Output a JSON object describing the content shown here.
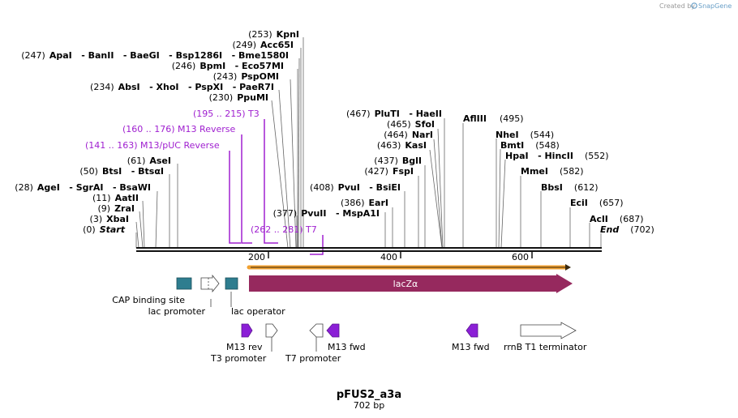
{
  "credit": {
    "prefix": "Created by",
    "brand": "SnapGene"
  },
  "plasmid": {
    "name": "pFUS2_a3a",
    "length_label": "702 bp",
    "length": 702
  },
  "ruler": {
    "ticks": [
      "200",
      "400",
      "600"
    ]
  },
  "sites_left": [
    {
      "pos": "(253)",
      "names": "KpnI",
      "bp": 253
    },
    {
      "pos": "(249)",
      "names": "Acc65I",
      "bp": 249
    },
    {
      "pos": "(247)",
      "names": "ApaI   - BanII   - BaeGI   - Bsp1286I   - Bme1580I",
      "bp": 247
    },
    {
      "pos": "(246)",
      "names": "BpmI   - Eco57MI",
      "bp": 246
    },
    {
      "pos": "(243)",
      "names": "PspOMI",
      "bp": 243
    },
    {
      "pos": "(234)",
      "names": "AbsI   - XhoI   - PspXI   - PaeR7I",
      "bp": 234
    },
    {
      "pos": "(230)",
      "names": "PpuMI",
      "bp": 230
    },
    {
      "pos": "(61)",
      "names": "AseI",
      "bp": 61
    },
    {
      "pos": "(50)",
      "names": "BtsI   - BtsαI",
      "bp": 50
    },
    {
      "pos": "(28)",
      "names": "AgeI   - SgrAI   - BsaWI",
      "bp": 28
    },
    {
      "pos": "(11)",
      "names": "AatII",
      "bp": 11
    },
    {
      "pos": "(9)",
      "names": "ZraI",
      "bp": 9
    },
    {
      "pos": "(3)",
      "names": "XbaI",
      "bp": 3
    },
    {
      "pos": "(0)",
      "names": "Start",
      "bp": 0
    },
    {
      "pos": "(377)",
      "names": "PvuII   - MspA1I",
      "bp": 377
    }
  ],
  "sites_right": [
    {
      "pos": "(467)",
      "names": "PluTI   - HaeII",
      "bp": 467
    },
    {
      "pos": "(465)",
      "names": "SfoI",
      "bp": 465
    },
    {
      "pos": "(464)",
      "names": "NarI",
      "bp": 464
    },
    {
      "pos": "(463)",
      "names": "KasI",
      "bp": 463
    },
    {
      "pos": "(437)",
      "names": "BglI",
      "bp": 437
    },
    {
      "pos": "(427)",
      "names": "FspI",
      "bp": 427
    },
    {
      "pos": "(408)",
      "names": "PvuI   - BsiEI",
      "bp": 408
    },
    {
      "pos": "(386)",
      "names": "EarI",
      "bp": 386
    },
    {
      "pos": "(495)",
      "names": "AflIII",
      "bp": 495
    },
    {
      "pos": "(544)",
      "names": "NheI",
      "bp": 544
    },
    {
      "pos": "(548)",
      "names": "BmtI",
      "bp": 548
    },
    {
      "pos": "(552)",
      "names": "HpaI   - HincII",
      "bp": 552
    },
    {
      "pos": "(582)",
      "names": "MmeI",
      "bp": 582
    },
    {
      "pos": "(612)",
      "names": "BbsI",
      "bp": 612
    },
    {
      "pos": "(657)",
      "names": "EciI",
      "bp": 657
    },
    {
      "pos": "(687)",
      "names": "AclI",
      "bp": 687
    },
    {
      "pos": "(702)",
      "names": "End",
      "bp": 702
    }
  ],
  "primers": [
    {
      "text": "(195 .. 215)  T3",
      "start": 195,
      "end": 215
    },
    {
      "text": "(160 .. 176)  M13 Reverse",
      "start": 160,
      "end": 176
    },
    {
      "text": "(141 .. 163)  M13/pUC Reverse",
      "start": 141,
      "end": 163
    },
    {
      "text": "(262 .. 281)  T7",
      "start": 262,
      "end": 281
    }
  ],
  "features": {
    "cap_binding_site": "CAP binding site",
    "lac_promoter": "lac promoter",
    "lac_operator": "lac operator",
    "lacZ": "lacZα",
    "m13_rev": "M13 rev",
    "t3_promoter": "T3 promoter",
    "t7_promoter": "T7 promoter",
    "m13_fwd_1": "M13 fwd",
    "m13_fwd_2": "M13 fwd",
    "rrnb_terminator": "rrnB T1 terminator"
  },
  "colors": {
    "lacZ": "#96295e",
    "operator": "#2e7d8f",
    "primer": "#a020d0",
    "m13": "#8b1fd6",
    "orf": "#f0a030"
  }
}
